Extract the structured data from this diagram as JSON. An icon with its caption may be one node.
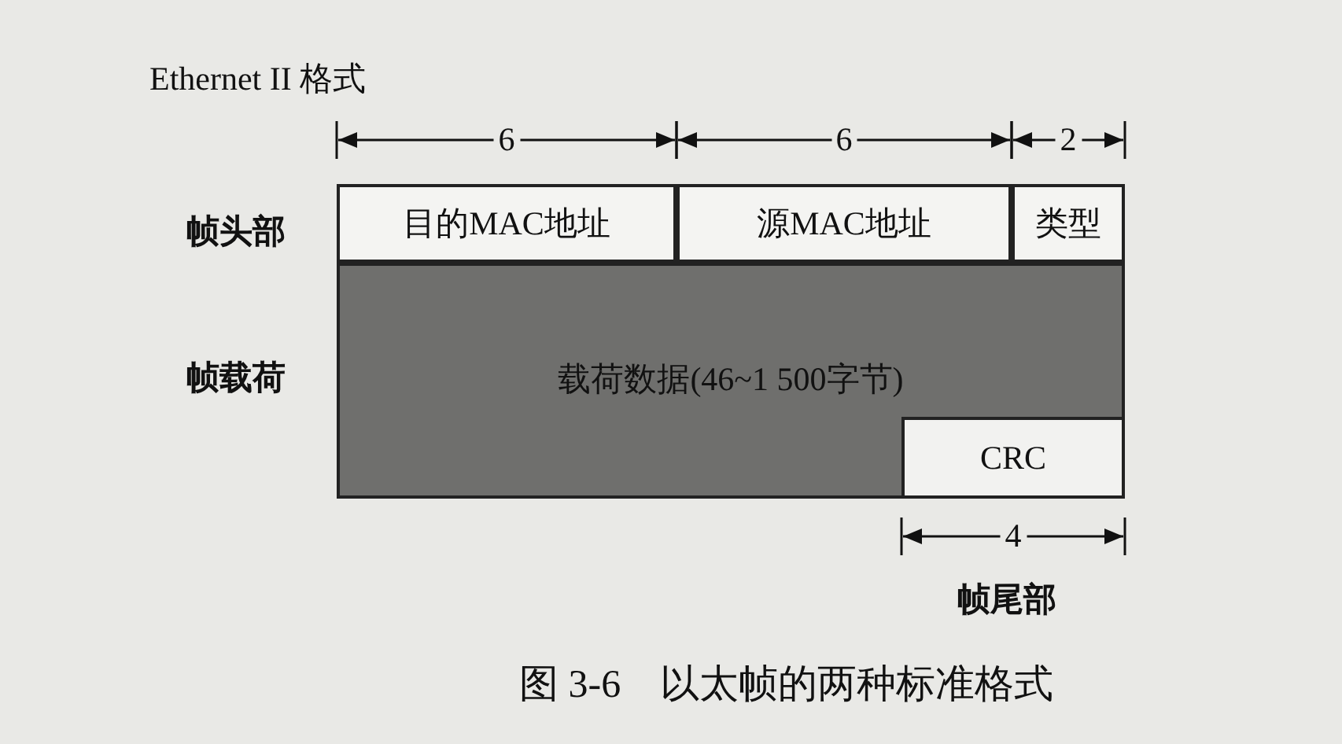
{
  "diagram": {
    "title": "Ethernet II 格式",
    "caption": "图 3-6　以太帧的两种标准格式",
    "nodes": [
      {
        "text": [
          "目的MAC地址"
        ]
      },
      {
        "text": [
          "源MAC地址"
        ]
      },
      {
        "text": [
          "类型"
        ]
      },
      {
        "text": [
          "载荷数据(46~1 500字节)"
        ]
      },
      {
        "text": [
          "CRC"
        ],
        "in": 3
      }
    ],
    "edges": [],
    "labels": [
      "6",
      "6",
      "2",
      "帧头部",
      "帧载荷",
      "4",
      "帧尾部"
    ]
  }
}
